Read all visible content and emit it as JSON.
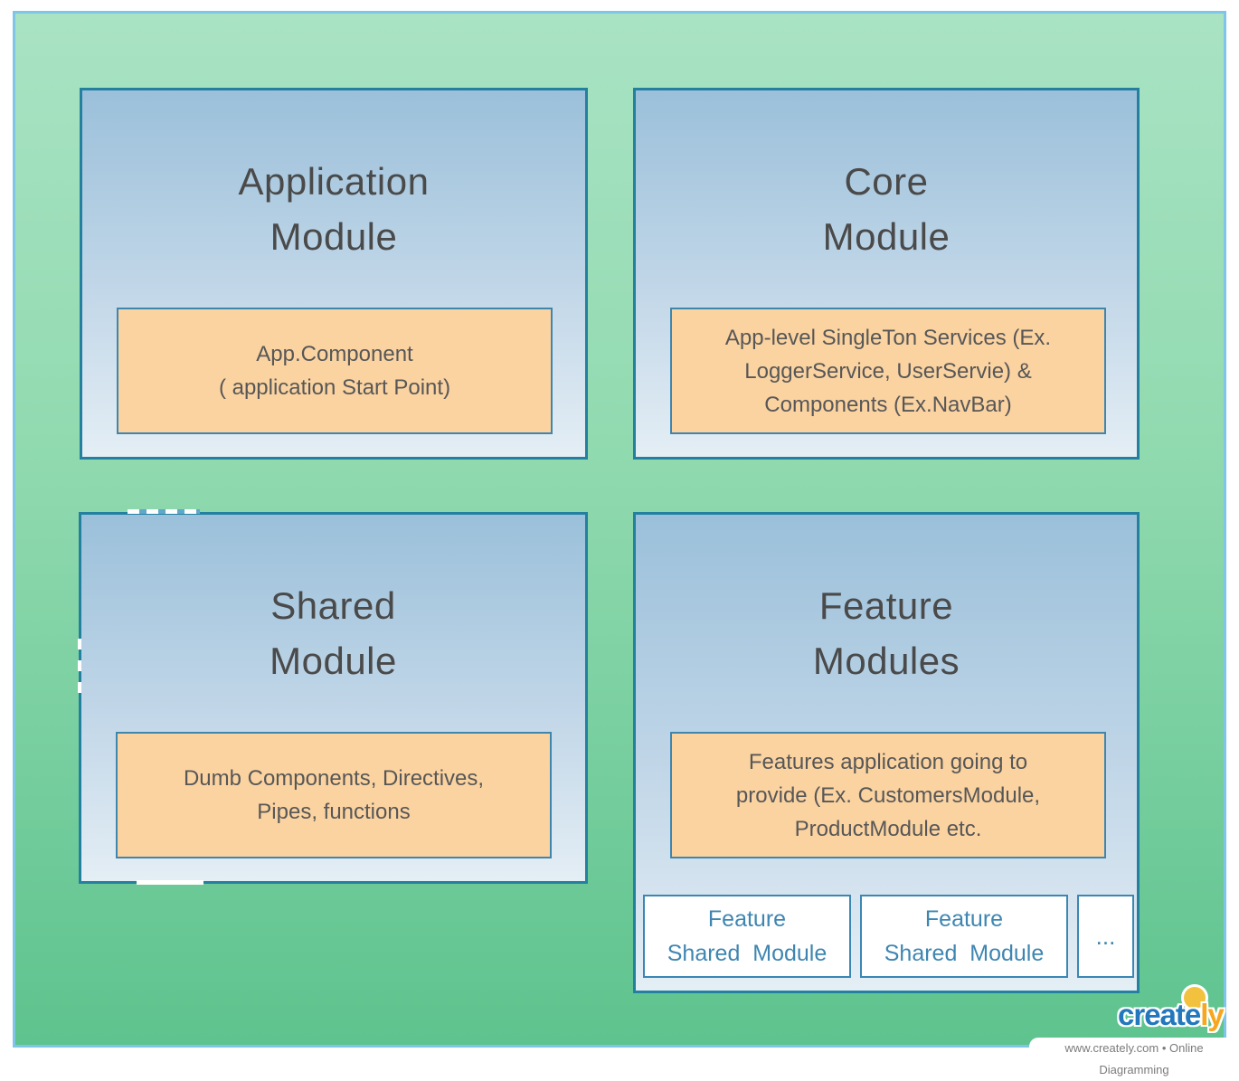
{
  "canvas": {
    "bg_top": "#a9e3c4",
    "bg_bottom": "#5ec38e",
    "border_color": "#7fc5e8"
  },
  "module_style": {
    "border_color": "#23809f",
    "bg_top": "#9bc0da",
    "bg_bottom": "#e4eef5",
    "title_color": "#4a4a4a"
  },
  "inner_style": {
    "fill": "#fbd3a1",
    "border_color": "#3f86ae",
    "text_color": "#575757"
  },
  "child_style": {
    "fill": "#ffffff",
    "border_color": "#3b87b4",
    "text_color": "#3e86b1"
  },
  "modules": [
    {
      "id": "application-module",
      "title_lines": [
        "Application",
        "Module"
      ],
      "body_lines": [
        "App.Component",
        "( application Start Point)"
      ]
    },
    {
      "id": "core-module",
      "title_lines": [
        "Core",
        "Module"
      ],
      "body_lines": [
        "App-level SingleTon Services (Ex.",
        "LoggerService, UserServie) &",
        "Components (Ex.NavBar)"
      ]
    },
    {
      "id": "shared-module",
      "title_lines": [
        "Shared",
        "Module"
      ],
      "body_lines": [
        "Dumb Components, Directives,",
        "Pipes, functions"
      ]
    },
    {
      "id": "feature-modules",
      "title_lines": [
        "Feature",
        "Modules"
      ],
      "body_lines": [
        "Features application going to",
        "provide (Ex. CustomersModule,",
        "ProductModule etc."
      ]
    }
  ],
  "feature_children": [
    {
      "lines": [
        "Feature",
        "Shared  Module"
      ]
    },
    {
      "lines": [
        "Feature",
        "Shared  Module"
      ]
    },
    {
      "lines": [
        "..."
      ]
    }
  ],
  "footer": {
    "watermark": "www.creately.com • Online Diagramming",
    "logo_create": "create",
    "logo_ly": "ly",
    "logo_blue": "#2277bd",
    "logo_orange": "#f7a61e",
    "bulb_color": "#f2c23e"
  }
}
